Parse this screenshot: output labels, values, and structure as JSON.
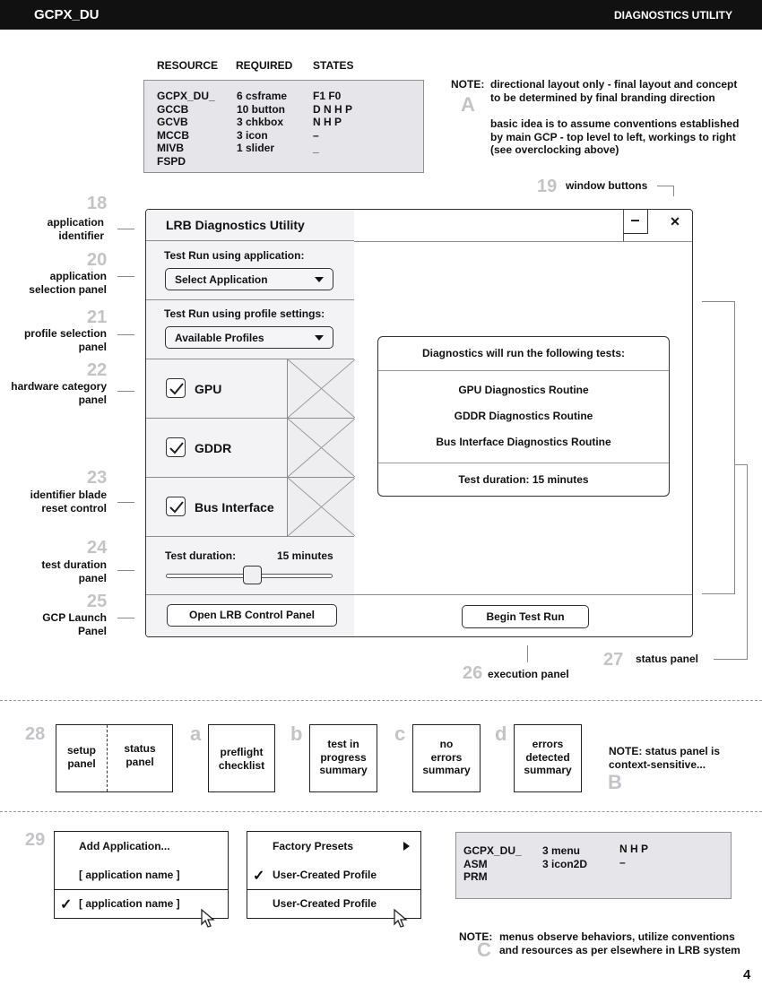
{
  "header": {
    "left_title": "GCPX_DU",
    "right_title": "DIAGNOSTICS UTILITY"
  },
  "resources": {
    "headers": [
      "RESOURCE",
      "REQUIRED",
      "STATES"
    ],
    "resource_col": "GCPX_DU_\nGCCB\nGCVB\nMCCB\nMIVB\nFSPD",
    "required_col": "6 csframe\n10 button\n3 chkbox\n3 icon\n1 slider",
    "states_col": "F1 F0\nD N H P\nN H P\n–\n_"
  },
  "note_a": {
    "prefix": "NOTE:",
    "line1": "directional layout only - final layout and concept",
    "line2": "to be determined by final branding direction",
    "letter": "A",
    "body": "basic idea is to assume conventions established\nby main GCP - top level to left, workings to right\n(see overclocking above)"
  },
  "callouts": {
    "c19": {
      "num": "19",
      "text": "window buttons"
    },
    "c18": {
      "num": "18",
      "text": "application\nidentifier"
    },
    "c20": {
      "num": "20",
      "text": "application\nselection panel"
    },
    "c21": {
      "num": "21",
      "text": "profile selection\npanel"
    },
    "c22": {
      "num": "22",
      "text": "hardware category\npanel"
    },
    "c23": {
      "num": "23",
      "text": "identifier blade\nreset control"
    },
    "c24": {
      "num": "24",
      "text": "test duration\npanel"
    },
    "c25": {
      "num": "25",
      "text": "GCP Launch\nPanel"
    },
    "c26": {
      "num": "26",
      "text": "execution panel"
    },
    "c27": {
      "num": "27",
      "text": "status panel"
    }
  },
  "window": {
    "title": "LRB Diagnostics Utility",
    "minimize_glyph": "–",
    "close_glyph": "✕",
    "app_label": "Test Run using application:",
    "app_select": "Select Application",
    "profile_label": "Test Run using profile settings:",
    "profile_select": "Available Profiles",
    "categories": [
      {
        "label": "GPU",
        "checked": true
      },
      {
        "label": "GDDR",
        "checked": true
      },
      {
        "label": "Bus Interface",
        "checked": true
      }
    ],
    "duration_label": "Test duration:",
    "duration_value": "15 minutes",
    "slider_level": 0.52,
    "launch_button": "Open LRB Control Panel",
    "begin_button": "Begin Test Run",
    "status": {
      "heading": "Diagnostics will run the following tests:",
      "tests": [
        "GPU Diagnostics Routine",
        "GDDR Diagnostics Routine",
        "Bus Interface Diagnostics Routine"
      ],
      "footer": "Test duration: 15 minutes"
    }
  },
  "row28": {
    "num": "28",
    "split_left": "setup\npanel",
    "split_right": "status\npanel",
    "items": [
      {
        "letter": "a",
        "text": "preflight\nchecklist"
      },
      {
        "letter": "b",
        "text": "test in\nprogress\nsummary"
      },
      {
        "letter": "c",
        "text": "no\nerrors\nsummary"
      },
      {
        "letter": "d",
        "text": "errors\ndetected\nsummary"
      }
    ],
    "note": "NOTE: status panel is\ncontext-sensitive...",
    "note_letter": "B"
  },
  "row29": {
    "num": "29",
    "menu1": [
      "Add Application...",
      "[ application name ]",
      "[ application name ]"
    ],
    "menu2": [
      "Factory Presets",
      "User-Created Profile",
      "User-Created Profile"
    ],
    "checkmark": "✓",
    "res_col1": "GCPX_DU_\nASM\nPRM",
    "res_col2": "3 menu\n3 icon2D",
    "res_col3": "N H P\n–"
  },
  "note_c": {
    "prefix": "NOTE:",
    "line1": "menus observe behaviors, utilize conventions",
    "line2": "and resources as per elsewhere in LRB system",
    "letter": "C"
  },
  "page_number": "4"
}
